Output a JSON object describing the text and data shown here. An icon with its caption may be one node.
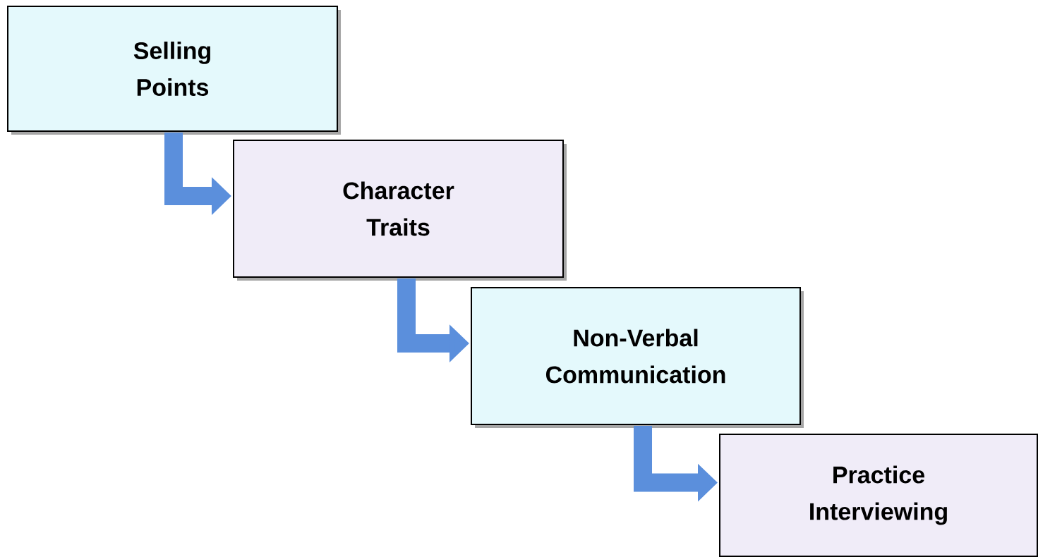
{
  "diagram": {
    "nodes": [
      {
        "text": [
          "Selling Points"
        ]
      },
      {
        "text": [
          "Character Traits"
        ]
      },
      {
        "text": [
          "Non-Verbal Communication"
        ]
      },
      {
        "text": [
          "Practice Interviewing"
        ]
      }
    ],
    "edges": [
      {
        "from": 0,
        "to": 1,
        "arrow": "to"
      },
      {
        "from": 1,
        "to": 2,
        "arrow": "to"
      },
      {
        "from": 2,
        "to": 3,
        "arrow": "to"
      }
    ]
  }
}
